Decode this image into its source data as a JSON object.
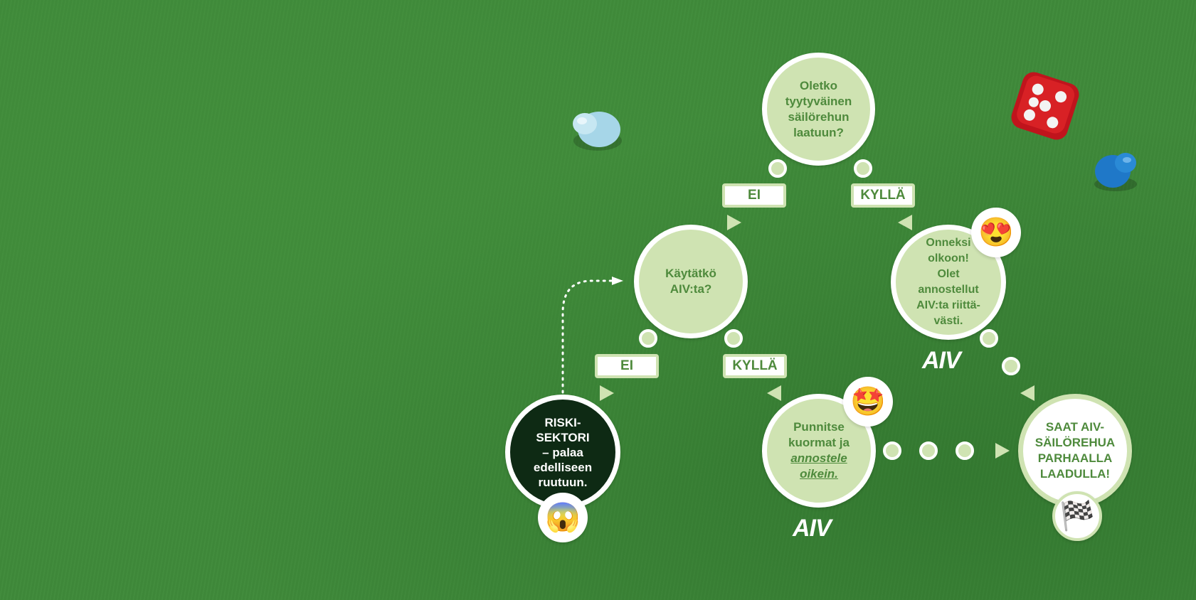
{
  "nodes": {
    "satisfied": {
      "l1": "Oletko",
      "l2": "tyytyväinen",
      "l3": "säilörehun",
      "l4": "laatuun?"
    },
    "use_aiv": {
      "l1": "Käytätkö",
      "l2": "AIV:ta?"
    },
    "congrats": {
      "l1": "Onneksi",
      "l2": "olkoon! Olet",
      "l3": "annostellut",
      "l4": "AIV:ta riittä-",
      "l5": "västi."
    },
    "risk": {
      "l1": "RISKI-",
      "l2": "SEKTORI",
      "l3": "– palaa",
      "l4": "edelliseen",
      "l5": "ruutuun."
    },
    "weigh": {
      "l1": "Punnitse",
      "l2": "kuormat ja",
      "l3": "annostele",
      "l4": "oikein."
    },
    "goal": {
      "l1": "SAAT AIV-",
      "l2": "SÄILÖREHUA",
      "l3": "PARHAALLA",
      "l4": "LAADULLA!"
    }
  },
  "labels": {
    "top_no": "EI",
    "top_yes": "KYLLÄ",
    "mid_no": "EI",
    "mid_yes": "KYLLÄ"
  },
  "logos": {
    "aiv_top": "AIV",
    "aiv_bottom": "AIV"
  },
  "icons": {
    "congrats_badge": "😍",
    "weigh_badge": "🤩",
    "risk_badge": "😱",
    "goal_badge": "🏁"
  },
  "colors": {
    "board": "#3f8a3a",
    "node_fill": "#cfe3b2",
    "node_text": "#4e8a3c",
    "risk_fill": "#0e2a14"
  }
}
